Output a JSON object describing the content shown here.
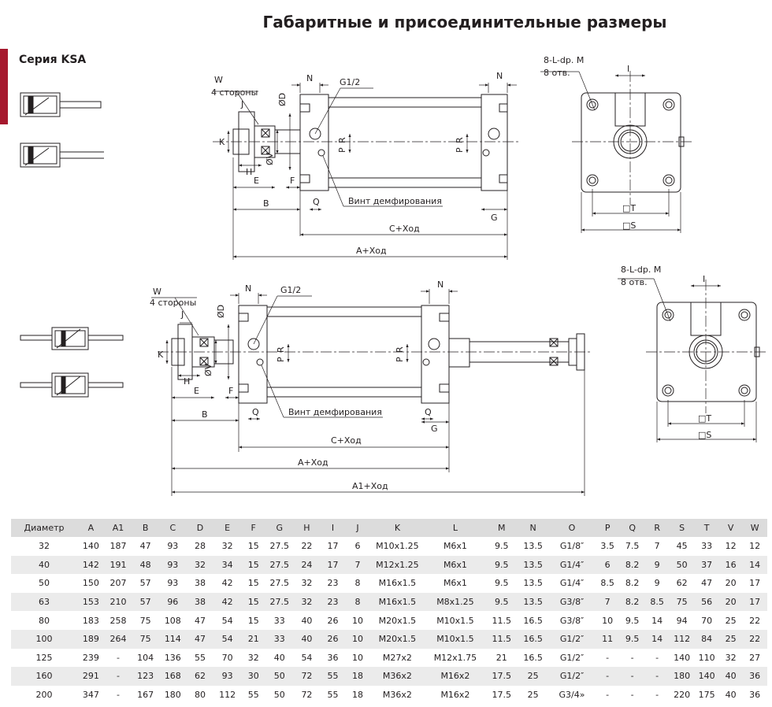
{
  "page": {
    "title": "Габаритные и присоединительные размеры",
    "series": "Серия KSA"
  },
  "drawing1": {
    "W": "W",
    "sides": "4 стороны",
    "J": "J",
    "K": "K",
    "H": "H",
    "E": "E",
    "F": "F",
    "OD": "ØD",
    "OV": "ØV",
    "N": "N",
    "G12": "G1/2",
    "R": "R",
    "P": "P",
    "damper": "Винт демфирования",
    "Q": "Q",
    "G": "G",
    "B": "B",
    "C": "C+Ход",
    "A": "A+Ход"
  },
  "drawing2": {
    "W": "W",
    "sides": "4 стороны",
    "J": "J",
    "K": "K",
    "H": "H",
    "E": "E",
    "F": "F",
    "OD": "ØD",
    "OV": "ØV",
    "N": "N",
    "G12": "G1/2",
    "R": "R",
    "P": "P",
    "damper": "Винт демфирования",
    "Q": "Q",
    "G": "G",
    "B": "B",
    "C": "C+Ход",
    "A": "A+Ход",
    "A1": "A1+Ход"
  },
  "endview1": {
    "holes": "8-L-dp. M",
    "count": "8 отв.",
    "I": "I",
    "T": "□T",
    "S": "□S"
  },
  "endview2": {
    "holes": "8-L-dp. M",
    "count": "8 отв.",
    "I": "I",
    "T": "□T",
    "S": "□S"
  },
  "table": {
    "headers": [
      "Диаметр",
      "A",
      "A1",
      "B",
      "C",
      "D",
      "E",
      "F",
      "G",
      "H",
      "I",
      "J",
      "K",
      "L",
      "M",
      "N",
      "O",
      "P",
      "Q",
      "R",
      "S",
      "T",
      "V",
      "W"
    ],
    "rows": [
      [
        "32",
        "140",
        "187",
        "47",
        "93",
        "28",
        "32",
        "15",
        "27.5",
        "22",
        "17",
        "6",
        "M10x1.25",
        "M6x1",
        "9.5",
        "13.5",
        "G1/8″",
        "3.5",
        "7.5",
        "7",
        "45",
        "33",
        "12",
        "12"
      ],
      [
        "40",
        "142",
        "191",
        "48",
        "93",
        "32",
        "34",
        "15",
        "27.5",
        "24",
        "17",
        "7",
        "M12x1.25",
        "M6x1",
        "9.5",
        "13.5",
        "G1/4″",
        "6",
        "8.2",
        "9",
        "50",
        "37",
        "16",
        "14"
      ],
      [
        "50",
        "150",
        "207",
        "57",
        "93",
        "38",
        "42",
        "15",
        "27.5",
        "32",
        "23",
        "8",
        "M16x1.5",
        "M6x1",
        "9.5",
        "13.5",
        "G1/4″",
        "8.5",
        "8.2",
        "9",
        "62",
        "47",
        "20",
        "17"
      ],
      [
        "63",
        "153",
        "210",
        "57",
        "96",
        "38",
        "42",
        "15",
        "27.5",
        "32",
        "23",
        "8",
        "M16x1.5",
        "M8x1.25",
        "9.5",
        "13.5",
        "G3/8″",
        "7",
        "8.2",
        "8.5",
        "75",
        "56",
        "20",
        "17"
      ],
      [
        "80",
        "183",
        "258",
        "75",
        "108",
        "47",
        "54",
        "15",
        "33",
        "40",
        "26",
        "10",
        "M20x1.5",
        "M10x1.5",
        "11.5",
        "16.5",
        "G3/8″",
        "10",
        "9.5",
        "14",
        "94",
        "70",
        "25",
        "22"
      ],
      [
        "100",
        "189",
        "264",
        "75",
        "114",
        "47",
        "54",
        "21",
        "33",
        "40",
        "26",
        "10",
        "M20x1.5",
        "M10x1.5",
        "11.5",
        "16.5",
        "G1/2″",
        "11",
        "9.5",
        "14",
        "112",
        "84",
        "25",
        "22"
      ],
      [
        "125",
        "239",
        "-",
        "104",
        "136",
        "55",
        "70",
        "32",
        "40",
        "54",
        "36",
        "10",
        "M27x2",
        "M12x1.75",
        "21",
        "16.5",
        "G1/2″",
        "-",
        "-",
        "-",
        "140",
        "110",
        "32",
        "27"
      ],
      [
        "160",
        "291",
        "-",
        "123",
        "168",
        "62",
        "93",
        "30",
        "50",
        "72",
        "55",
        "18",
        "M36x2",
        "M16x2",
        "17.5",
        "25",
        "G1/2″",
        "-",
        "-",
        "-",
        "180",
        "140",
        "40",
        "36"
      ],
      [
        "200",
        "347",
        "-",
        "167",
        "180",
        "80",
        "112",
        "55",
        "50",
        "72",
        "55",
        "18",
        "M36x2",
        "M16x2",
        "17.5",
        "25",
        "G3/4»",
        "-",
        "-",
        "-",
        "220",
        "175",
        "40",
        "36"
      ]
    ]
  }
}
